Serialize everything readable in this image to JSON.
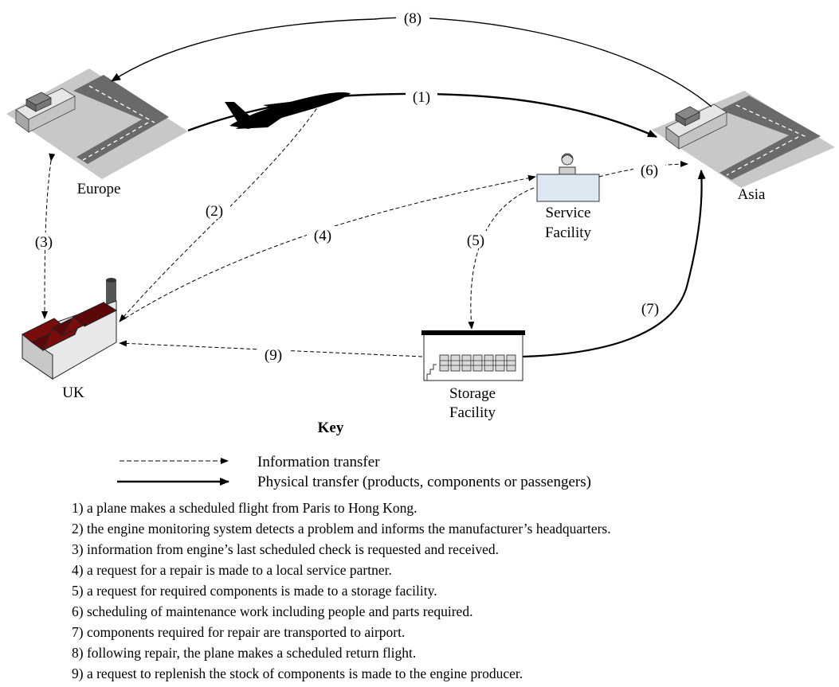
{
  "nodes": {
    "europe": "Europe",
    "asia": "Asia",
    "uk": "UK",
    "service_line1": "Service",
    "service_line2": "Facility",
    "storage_line1": "Storage",
    "storage_line2": "Facility"
  },
  "edges": {
    "e1": "(1)",
    "e2": "(2)",
    "e3": "(3)",
    "e4": "(4)",
    "e5": "(5)",
    "e6": "(6)",
    "e7": "(7)",
    "e8": "(8)",
    "e9": "(9)"
  },
  "key": {
    "title": "Key",
    "information": "Information transfer",
    "physical": "Physical transfer (products, components or passengers)"
  },
  "steps": [
    "1) a plane makes a scheduled flight from Paris to Hong Kong.",
    "2) the engine monitoring system detects a problem and informs the manufacturer’s headquarters.",
    "3) information from engine’s last scheduled check is requested and received.",
    "4) a request for a repair is made to a local service partner.",
    "5) a request for required components is made to a storage facility.",
    "6) scheduling of maintenance work including people and parts required.",
    "7) components required for repair are transported to airport.",
    "8) following repair, the plane makes a scheduled return flight.",
    "9) a request to replenish the stock of components is made to the engine producer."
  ],
  "colors": {
    "airport_ground": "#c8c8c8",
    "factory_roof": "#7a0c0c",
    "building": "#d9d9d9",
    "desk": "#dde8f2"
  }
}
